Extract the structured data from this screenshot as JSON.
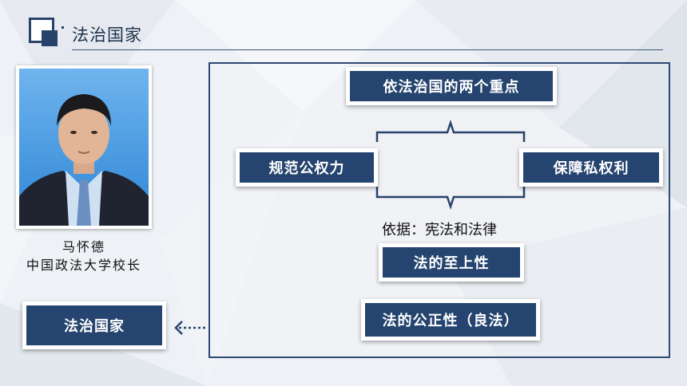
{
  "header": {
    "title": "法治国家"
  },
  "person": {
    "name": "马怀德",
    "role": "中国政法大学校长"
  },
  "diagram": {
    "top_box": "依法治国的两个重点",
    "left_box": "规范公权力",
    "right_box": "保障私权利",
    "basis_label": "依据：宪法和法律",
    "box_supreme": "法的至上性",
    "box_justice": "法的公正性（良法）"
  },
  "side_box": {
    "label": "法治国家"
  },
  "colors": {
    "navy": "#25446f",
    "frame": "#2d4a74",
    "background": "#eef1f5"
  }
}
